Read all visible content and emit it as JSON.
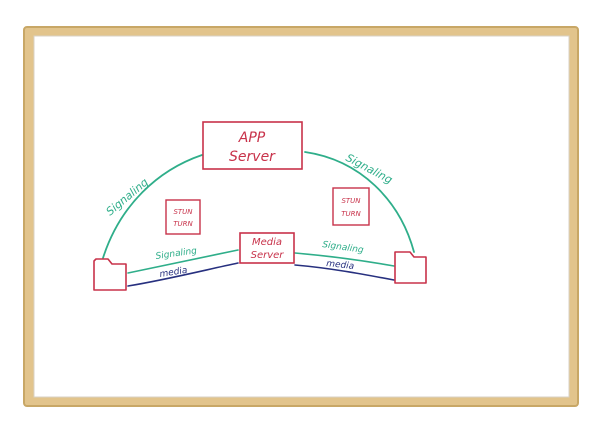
{
  "diagram": {
    "nodes": {
      "app_server": {
        "label_line1": "APP",
        "label_line2": "Server"
      },
      "media_server": {
        "label_line1": "Media",
        "label_line2": "Server"
      },
      "stun_left": {
        "label_line1": "STUN",
        "label_line2": "TURN"
      },
      "stun_right": {
        "label_line1": "STUN",
        "label_line2": "TURN"
      },
      "client_left": {
        "label": ""
      },
      "client_right": {
        "label": ""
      }
    },
    "edges": {
      "signaling_arc_left": "Signaling",
      "signaling_arc_right": "Signaling",
      "signaling_low_left": "Signaling",
      "signaling_low_right": "Signaling",
      "media_left": "media",
      "media_right": "media"
    },
    "colors": {
      "frame": "#e2c48c",
      "frame_edge": "#c8a766",
      "board": "#ffffff",
      "box_stroke": "#c8324a",
      "box_text": "#c8324a",
      "signaling": "#2fae8a",
      "media": "#27307f"
    }
  }
}
